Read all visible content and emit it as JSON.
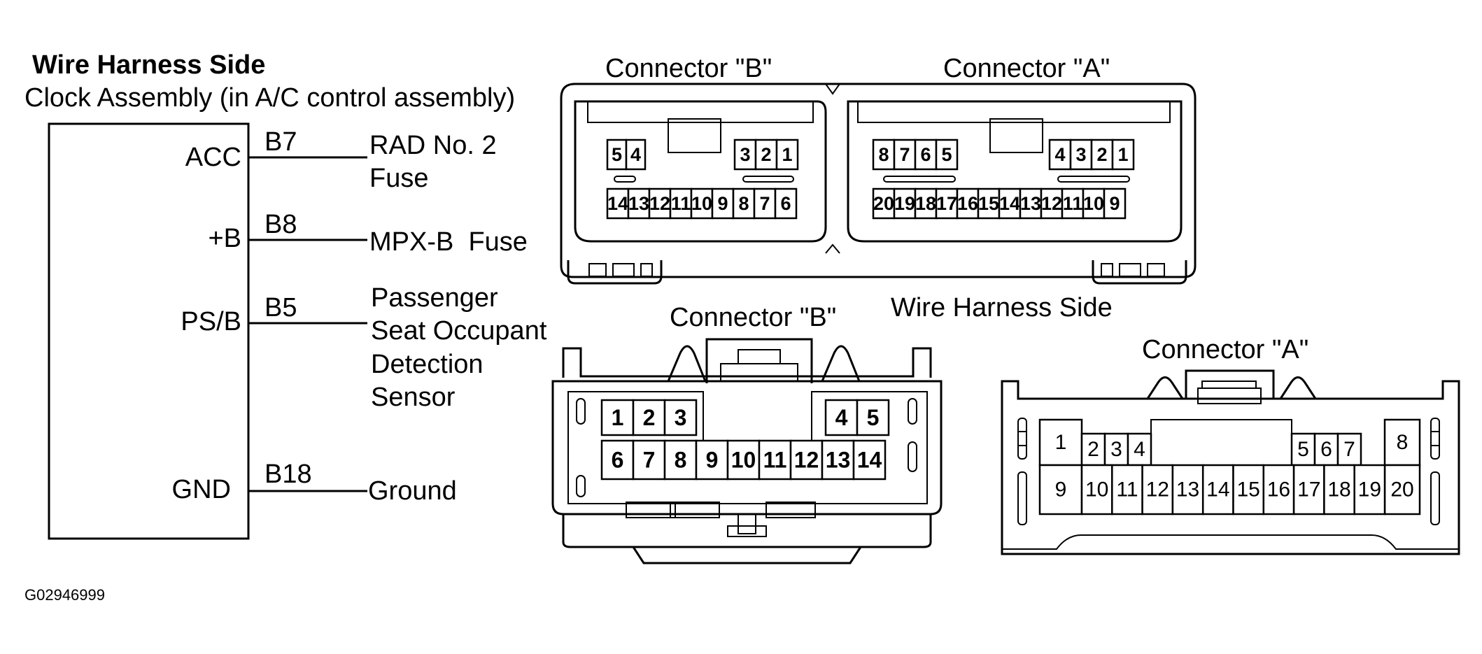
{
  "left_panel": {
    "heading": "Wire Harness Side",
    "component": "Clock Assembly (in A/C control assembly)",
    "terminals": [
      {
        "name": "ACC",
        "pin": "B7",
        "dest_lines": [
          "RAD No. 2",
          "Fuse"
        ]
      },
      {
        "name": "+B",
        "pin": "B8",
        "dest_lines": [
          "MPX-B  Fuse"
        ]
      },
      {
        "name": "PS/B",
        "pin": "B5",
        "dest_lines": [
          "Passenger",
          "Seat Occupant",
          "Detection",
          "Sensor"
        ]
      },
      {
        "name": "GND",
        "pin": "B18",
        "dest_lines": [
          "Ground"
        ]
      }
    ]
  },
  "figure_id": "G02946999",
  "top_view": {
    "label_b": "Connector \"B\"",
    "label_a": "Connector \"A\"",
    "b_top_left": [
      "5",
      "4"
    ],
    "b_top_right": [
      "3",
      "2",
      "1"
    ],
    "b_bottom": [
      "14",
      "13",
      "12",
      "11",
      "10",
      "9",
      "8",
      "7",
      "6"
    ],
    "a_top_left": [
      "8",
      "7",
      "6",
      "5"
    ],
    "a_top_right": [
      "4",
      "3",
      "2",
      "1"
    ],
    "a_bottom": [
      "20",
      "19",
      "18",
      "17",
      "16",
      "15",
      "14",
      "13",
      "12",
      "11",
      "10",
      "9"
    ]
  },
  "wire_side_label": "Wire Harness Side",
  "connector_b": {
    "label": "Connector \"B\"",
    "top_left": [
      "1",
      "2",
      "3"
    ],
    "top_right": [
      "4",
      "5"
    ],
    "bottom": [
      "6",
      "7",
      "8",
      "9",
      "10",
      "11",
      "12",
      "13",
      "14"
    ]
  },
  "connector_a": {
    "label": "Connector \"A\"",
    "pin_left_top": "1",
    "pin_left_bottom": "9",
    "top_left": [
      "2",
      "3",
      "4"
    ],
    "top_right": [
      "5",
      "6",
      "7"
    ],
    "pin_right_top": "8",
    "pin_right_bottom": "20",
    "bottom_middle": [
      "10",
      "11",
      "12",
      "13",
      "14",
      "15",
      "16",
      "17",
      "18",
      "19"
    ]
  }
}
